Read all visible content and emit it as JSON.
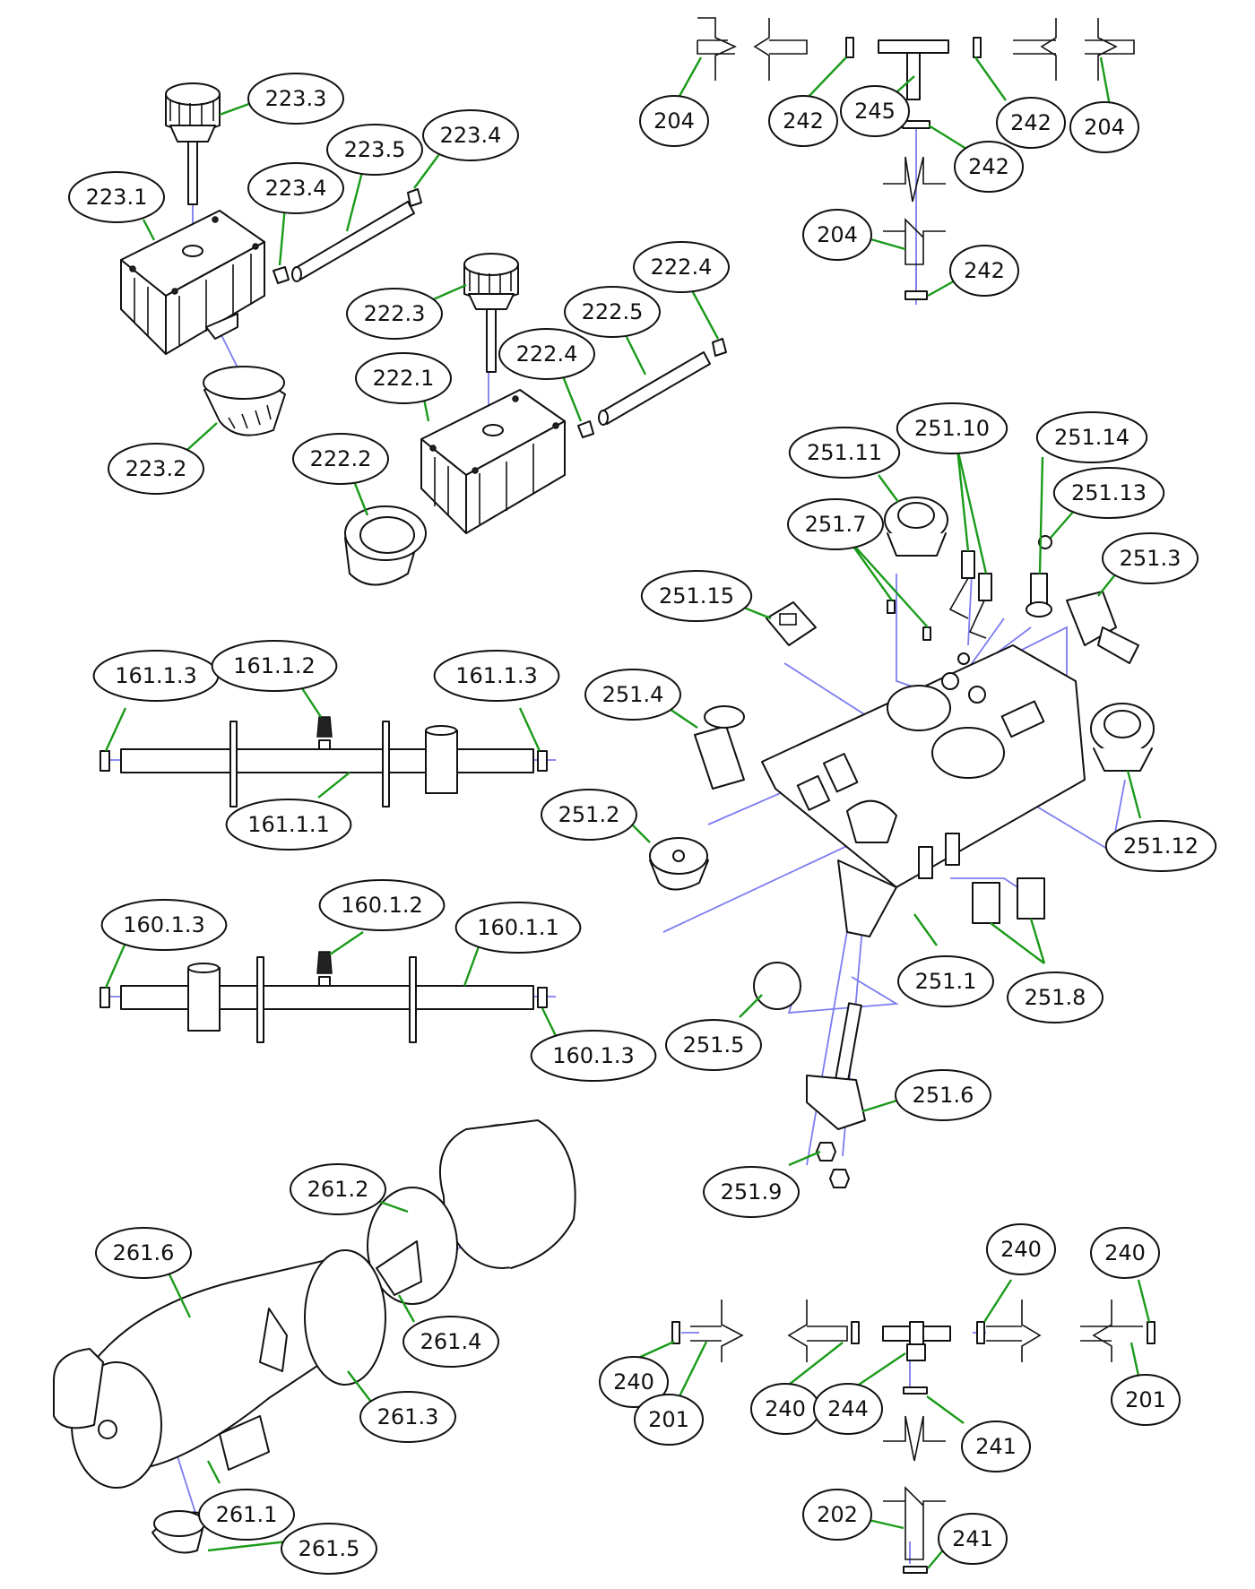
{
  "callouts": [
    "204",
    "242",
    "245",
    "242",
    "242",
    "204",
    "204",
    "242",
    "223.3",
    "223.5",
    "223.4",
    "223.1",
    "223.4",
    "223.2",
    "222.4",
    "222.3",
    "222.5",
    "222.4",
    "222.1",
    "222.2",
    "251.11",
    "251.10",
    "251.14",
    "251.13",
    "251.7",
    "251.3",
    "251.15",
    "251.4",
    "251.2",
    "251.12",
    "251.1",
    "251.8",
    "251.5",
    "251.6",
    "251.9",
    "161.1.3",
    "161.1.2",
    "161.1.3",
    "161.1.1",
    "160.1.3",
    "160.1.2",
    "160.1.1",
    "160.1.3",
    "261.2",
    "261.6",
    "261.4",
    "261.3",
    "261.1",
    "261.5",
    "240",
    "240",
    "201",
    "240",
    "244",
    "240",
    "201",
    "241",
    "202",
    "241"
  ],
  "colors": {
    "leader": "#1a9a1a",
    "assembly_axis": "#7b7cf0",
    "outline": "#111111",
    "background": "#ffffff"
  }
}
